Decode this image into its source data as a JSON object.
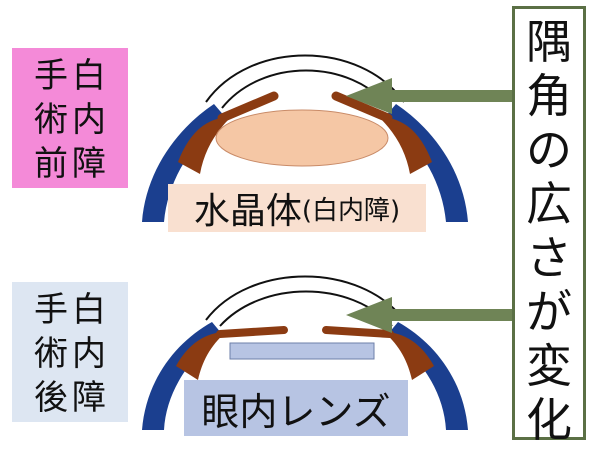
{
  "pre_label": {
    "col1": [
      "白",
      "内",
      "障"
    ],
    "col2": [
      "手",
      "術",
      "前"
    ]
  },
  "post_label": {
    "col1": [
      "白",
      "内",
      "障"
    ],
    "col2": [
      "手",
      "術",
      "後"
    ]
  },
  "lens_caption_pre": {
    "main": "水晶体",
    "sub": "(白内障)"
  },
  "lens_caption_post": "眼内レンズ",
  "angle_box_chars": [
    "隅",
    "角",
    "の",
    "広",
    "さ",
    "が",
    "変",
    "化"
  ],
  "colors": {
    "pink_label": "#f48ad8",
    "blue_label": "#dde6f2",
    "sclera": "#1b3f8f",
    "iris": "#8b3b12",
    "lens": "#f5c7a5",
    "iol": "#b7c4e3",
    "arrow": "#6f8456"
  }
}
